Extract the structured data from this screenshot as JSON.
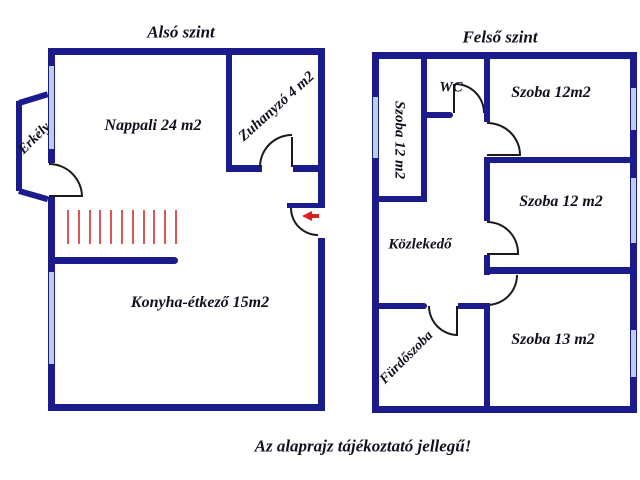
{
  "titles": {
    "lower": "Alsó szint",
    "upper": "Felső szint"
  },
  "caption": "Az alaprajz tájékoztató jellegű!",
  "rooms": {
    "nappali": "Nappali 24 m2",
    "zuhanyzo": "Zuhanyzó 4 m2",
    "erkely": "Erkély",
    "konyha": "Konyha-étkező 15m2",
    "szoba_left": "Szoba 12 m2",
    "wc": "WC",
    "szoba_top_right": "Szoba 12m2",
    "szoba_mid_right": "Szoba 12 m2",
    "kozlekedo": "Közlekedő",
    "furdoszoba": "Fürdőszoba",
    "szoba_bottom_right": "Szoba 13 m2"
  },
  "colors": {
    "wall": "#1b1b8c",
    "window": "#b9cfe6",
    "door": "#1a1a1a",
    "text": "#10101e",
    "redline": "#e05555",
    "arrow": "#e01f1f",
    "bg": "#ffffff"
  }
}
